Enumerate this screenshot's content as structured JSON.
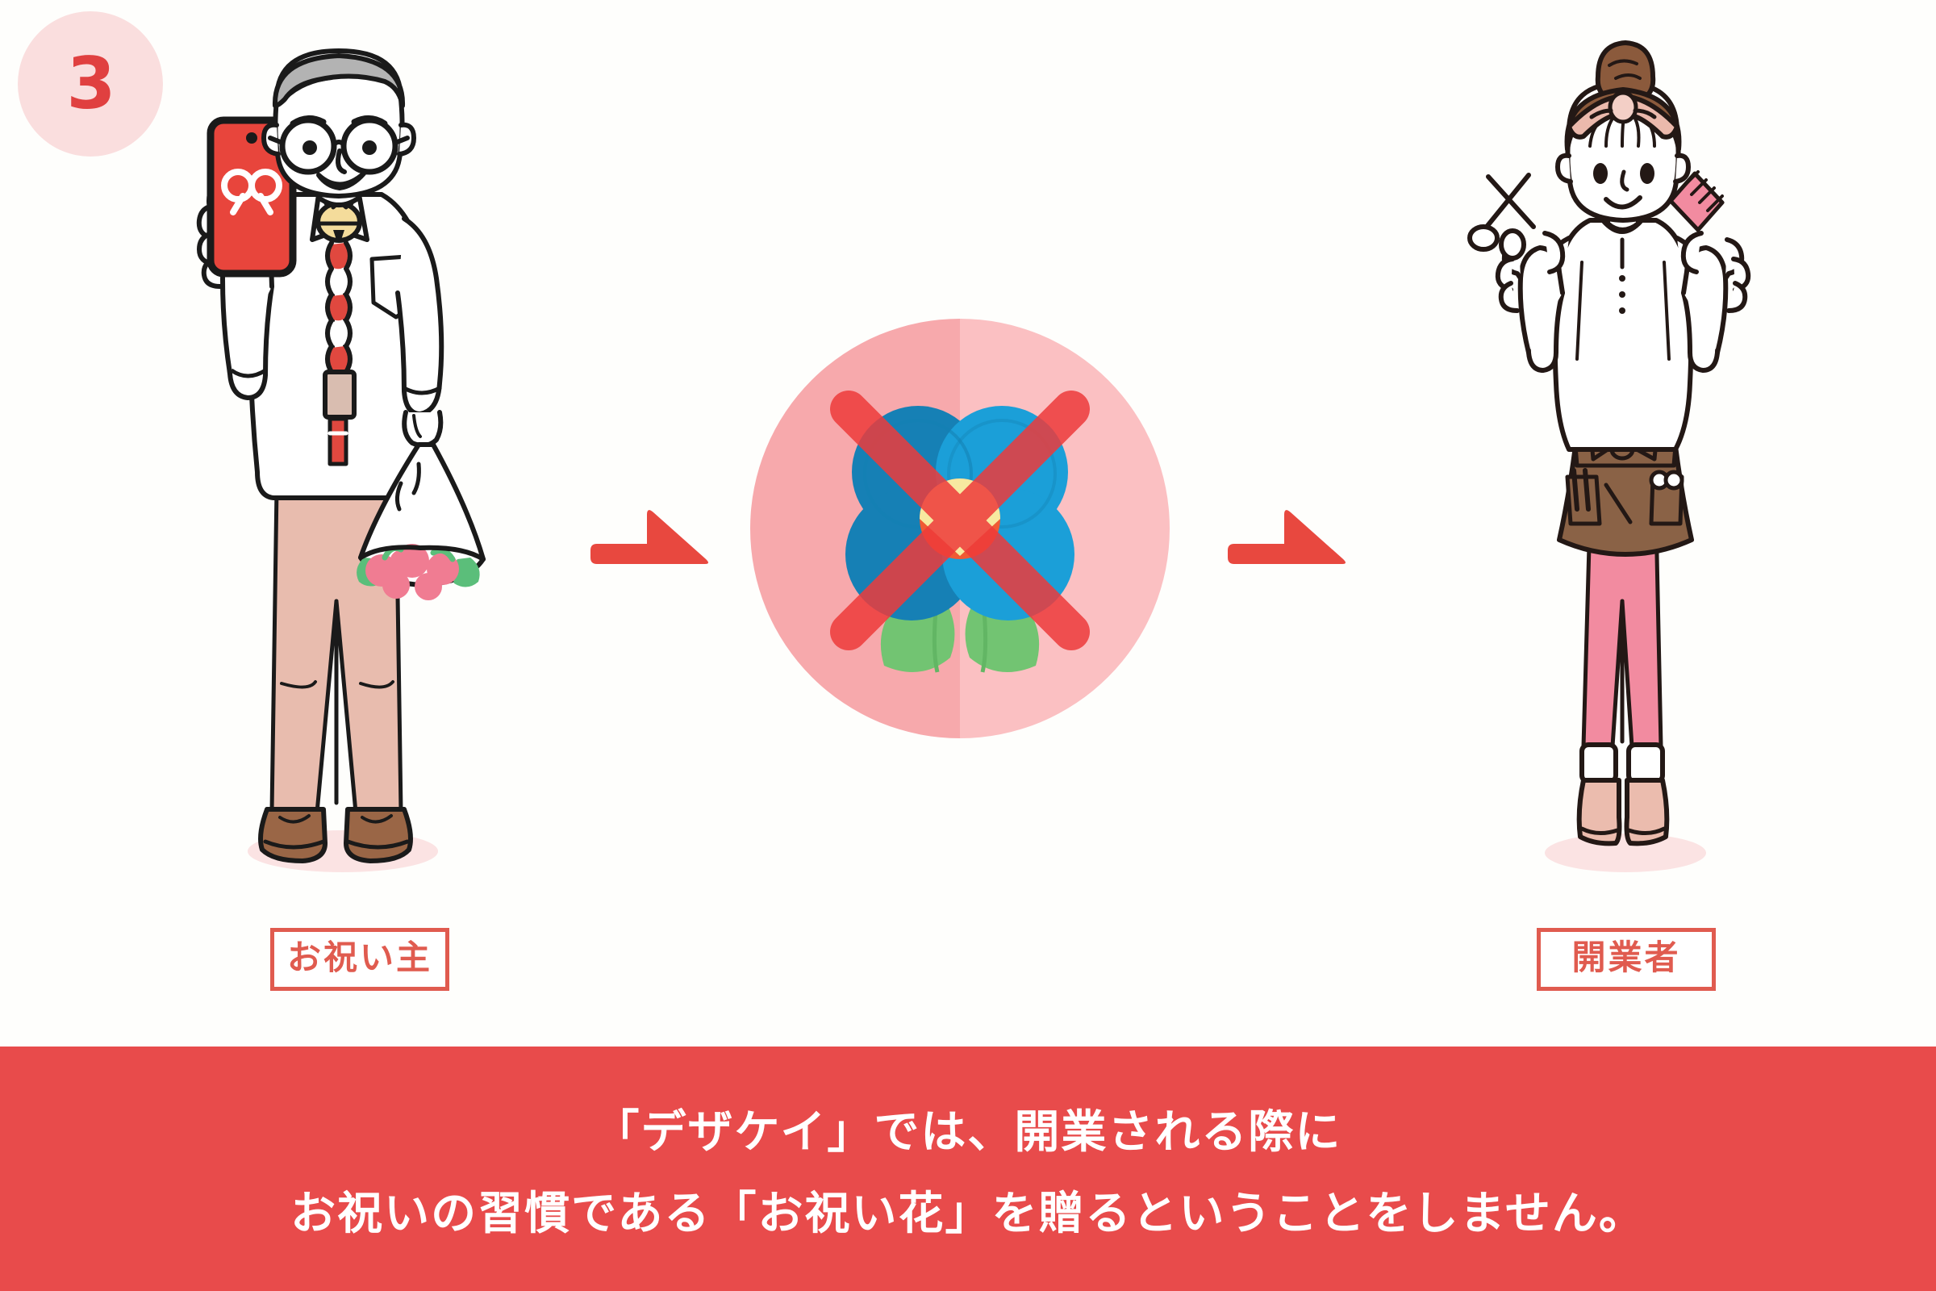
{
  "step": {
    "number": "3",
    "badge_bg": "#FADEDE",
    "badge_text_color": "#E04040"
  },
  "figures": {
    "left": {
      "role_label": "お祝い主",
      "description": "elderly-man-holding-smartphone-and-bouquet",
      "hair_color": "#B3B3B3",
      "shirt_color": "#FFFFFF",
      "trousers_color": "#E8BCAE",
      "shoes_color": "#9A6646",
      "phone_color": "#E8453C",
      "tie_color": "#E0483F",
      "bouquet_flower_color": "#F07C92",
      "bouquet_leaf_color": "#5BBE7A"
    },
    "right": {
      "role_label": "開業者",
      "description": "hairdresser-woman-holding-scissors-and-comb",
      "hair_color": "#8B5A3C",
      "headband_color": "#EBB9AC",
      "blouse_color": "#FFFFFF",
      "apron_color": "#8A6246",
      "leggings_color": "#F28BA0",
      "boots_color": "#EBBCAE",
      "comb_color": "#F28BA0"
    }
  },
  "center_icon": {
    "name": "no-celebration-flower",
    "circle_bg_left": "#F7A9AC",
    "circle_bg_right": "#FBC0C2",
    "petal_color": "#1B9FD8",
    "petal_color_dark": "#1680B5",
    "leaf_color": "#72C472",
    "center_color": "#F05A34",
    "center_highlight": "#F7E9A0",
    "cross_color": "#EE3B3B"
  },
  "arrows": {
    "color": "#E8483F",
    "count": 2,
    "direction": "right"
  },
  "banner": {
    "background": "#E84B4B",
    "text_color": "#FFFFFF",
    "line1": "「デザケイ」では、開業される際に",
    "line2": "お祝いの習慣である「お祝い花」を贈るということをしません。"
  }
}
